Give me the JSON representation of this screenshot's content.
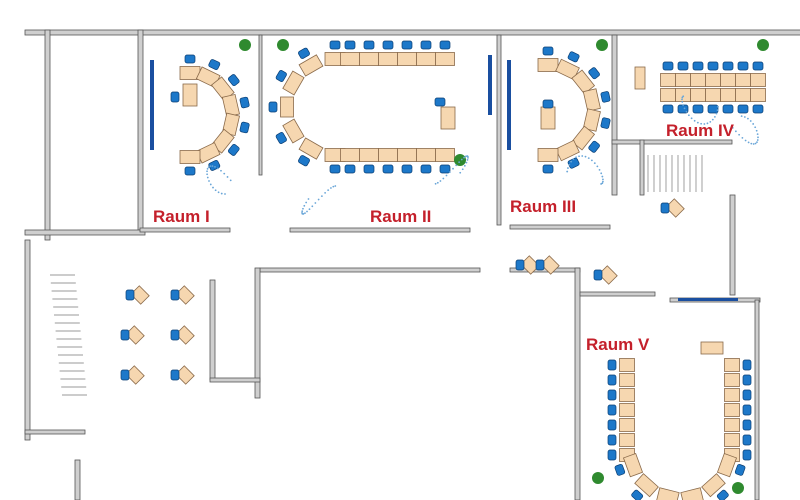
{
  "title": "Raumplan",
  "rooms": [
    {
      "label": "Raum I"
    },
    {
      "label": "Raum II"
    },
    {
      "label": "Raum III"
    },
    {
      "label": "Raum IV"
    },
    {
      "label": "Raum V"
    }
  ],
  "colors": {
    "label": "#c4202b",
    "chair": "#1d78c9",
    "desk": "#f6d7b0",
    "wall": "#cfcfcf"
  }
}
